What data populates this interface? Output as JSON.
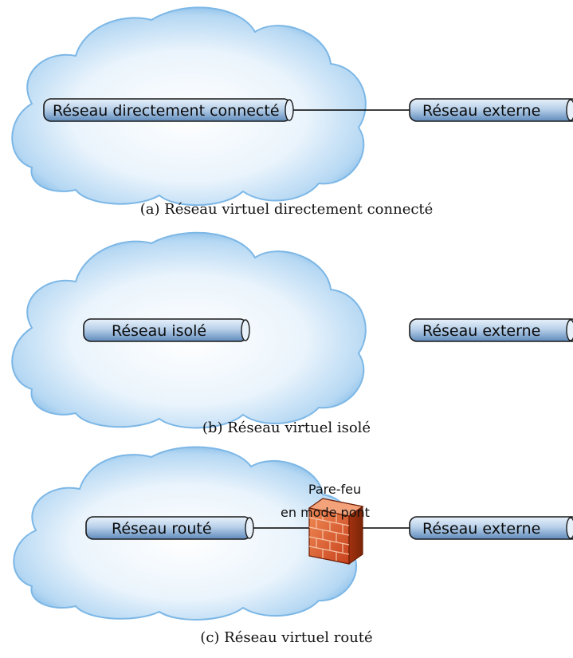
{
  "colors": {
    "cloud_outer": "#79b8e8",
    "cloud_inner": "#ffffff",
    "pipe_light": "#d6e6f5",
    "pipe_dark": "#5b87b8",
    "connector_line": "#000000",
    "firewall": "#d9552b"
  },
  "panels": [
    {
      "caption": "(a) Réseau virtuel directement connecté",
      "internal_network": "Réseau directement connecté",
      "external_network": "Réseau externe",
      "connected": true
    },
    {
      "caption": "(b) Réseau virtuel isolé",
      "internal_network": "Réseau isolé",
      "external_network": "Réseau externe",
      "connected": false
    },
    {
      "caption": "(c) Réseau virtuel routé",
      "internal_network": "Réseau routé",
      "external_network": "Réseau externe",
      "connected": true,
      "firewall_label_line1": "Pare-feu",
      "firewall_label_line2": "en mode pont",
      "firewall_icon": "brick-wall-firewall-icon"
    }
  ]
}
